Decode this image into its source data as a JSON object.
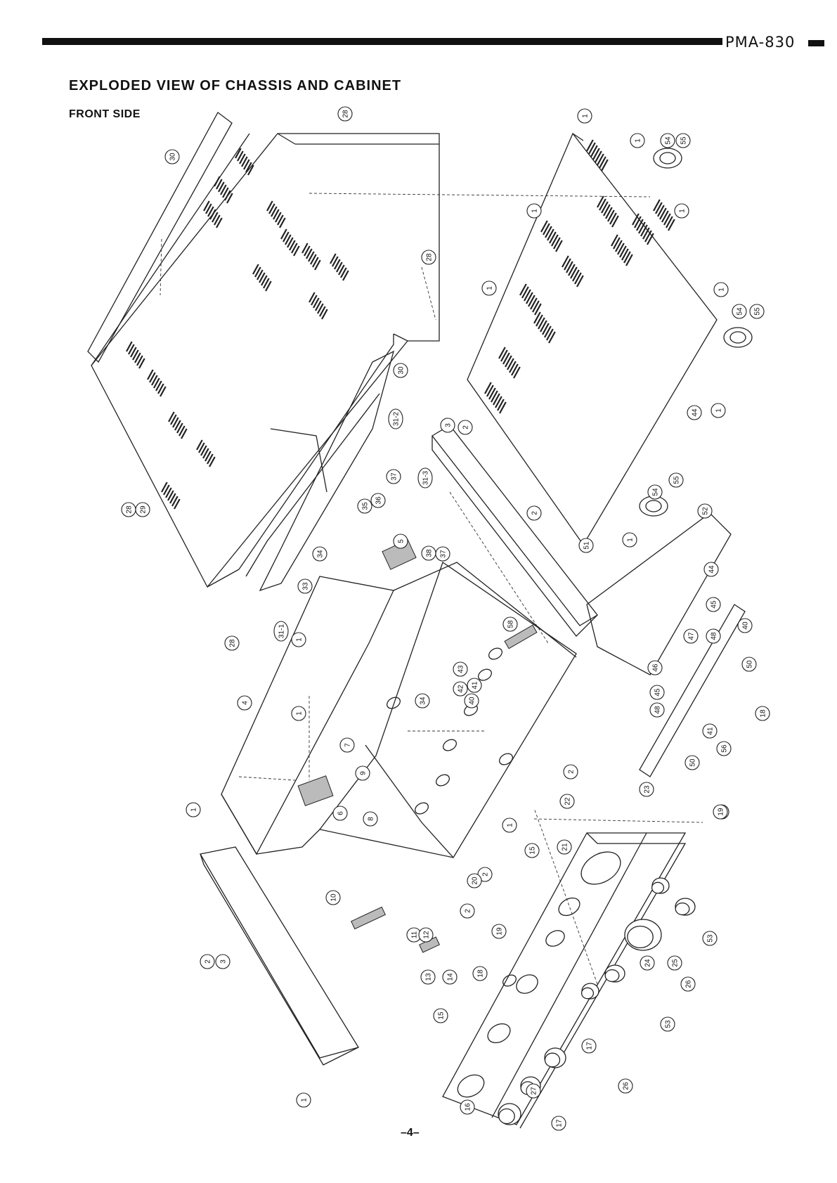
{
  "header": {
    "model": "PMA-830",
    "title": "EXPLODED VIEW OF CHASSIS AND CABINET",
    "subtitle": "FRONT SIDE"
  },
  "footer": {
    "page_number": "–4–"
  },
  "callouts": [
    "1",
    "2",
    "3",
    "4",
    "5",
    "6",
    "7",
    "8",
    "9",
    "10",
    "11",
    "12",
    "13",
    "14",
    "15",
    "16",
    "17",
    "18",
    "19",
    "20",
    "21",
    "22",
    "23",
    "24",
    "25",
    "26",
    "27",
    "28",
    "29",
    "30",
    "31-1",
    "31-2",
    "31-3",
    "33",
    "34",
    "35",
    "36",
    "37",
    "38",
    "40",
    "41",
    "42",
    "43",
    "44",
    "45",
    "46",
    "47",
    "48",
    "50",
    "51",
    "52",
    "53",
    "54",
    "55",
    "56",
    "58"
  ],
  "colors": {
    "ink": "#111111",
    "paper": "#ffffff"
  }
}
